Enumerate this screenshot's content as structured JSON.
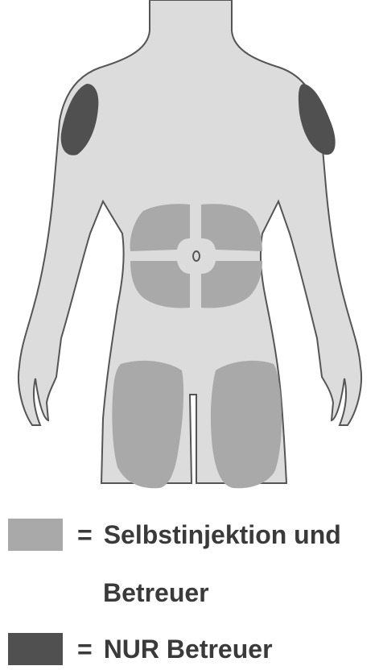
{
  "colors": {
    "body_fill": "#dcdcdc",
    "body_outline": "#555555",
    "self_and_caregiver_zone": "#a9a9a9",
    "caregiver_only_zone": "#505050"
  },
  "legend": {
    "equals_sign": "=",
    "self_line1": "Selbstinjektion und",
    "self_line2": "Betreuer",
    "caregiver_label": "NUR Betreuer"
  }
}
